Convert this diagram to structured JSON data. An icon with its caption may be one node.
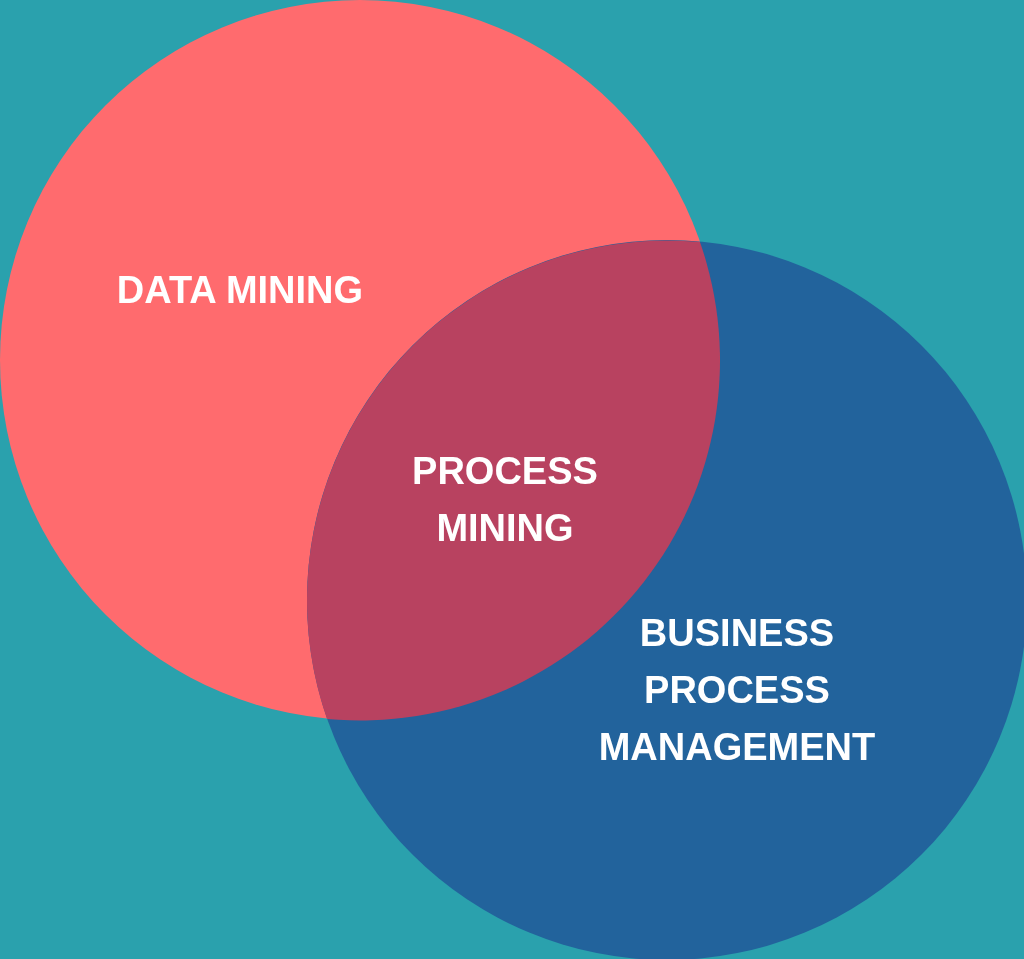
{
  "diagram": {
    "nodes": [
      {
        "text": [
          "DATA MINING"
        ]
      },
      {
        "text": [
          "BUSINESS PROCESS MANAGEMENT"
        ]
      },
      {
        "text": [
          "PROCESS MINING"
        ]
      }
    ]
  }
}
